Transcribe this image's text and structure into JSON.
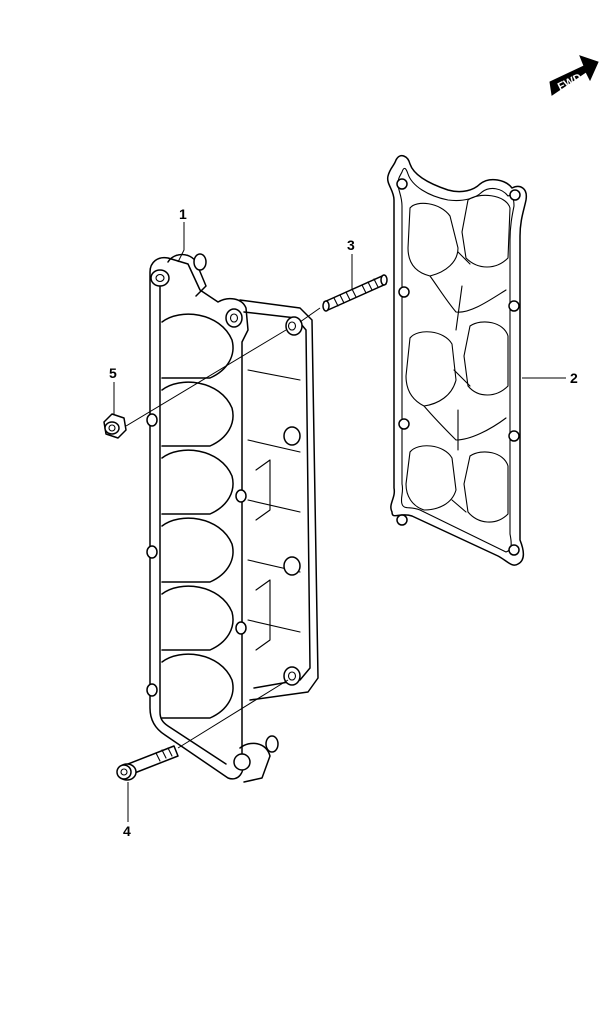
{
  "fwd_label": "FWD",
  "parts": [
    {
      "number": "1"
    },
    {
      "number": "2"
    },
    {
      "number": "3"
    },
    {
      "number": "4"
    },
    {
      "number": "5"
    }
  ]
}
